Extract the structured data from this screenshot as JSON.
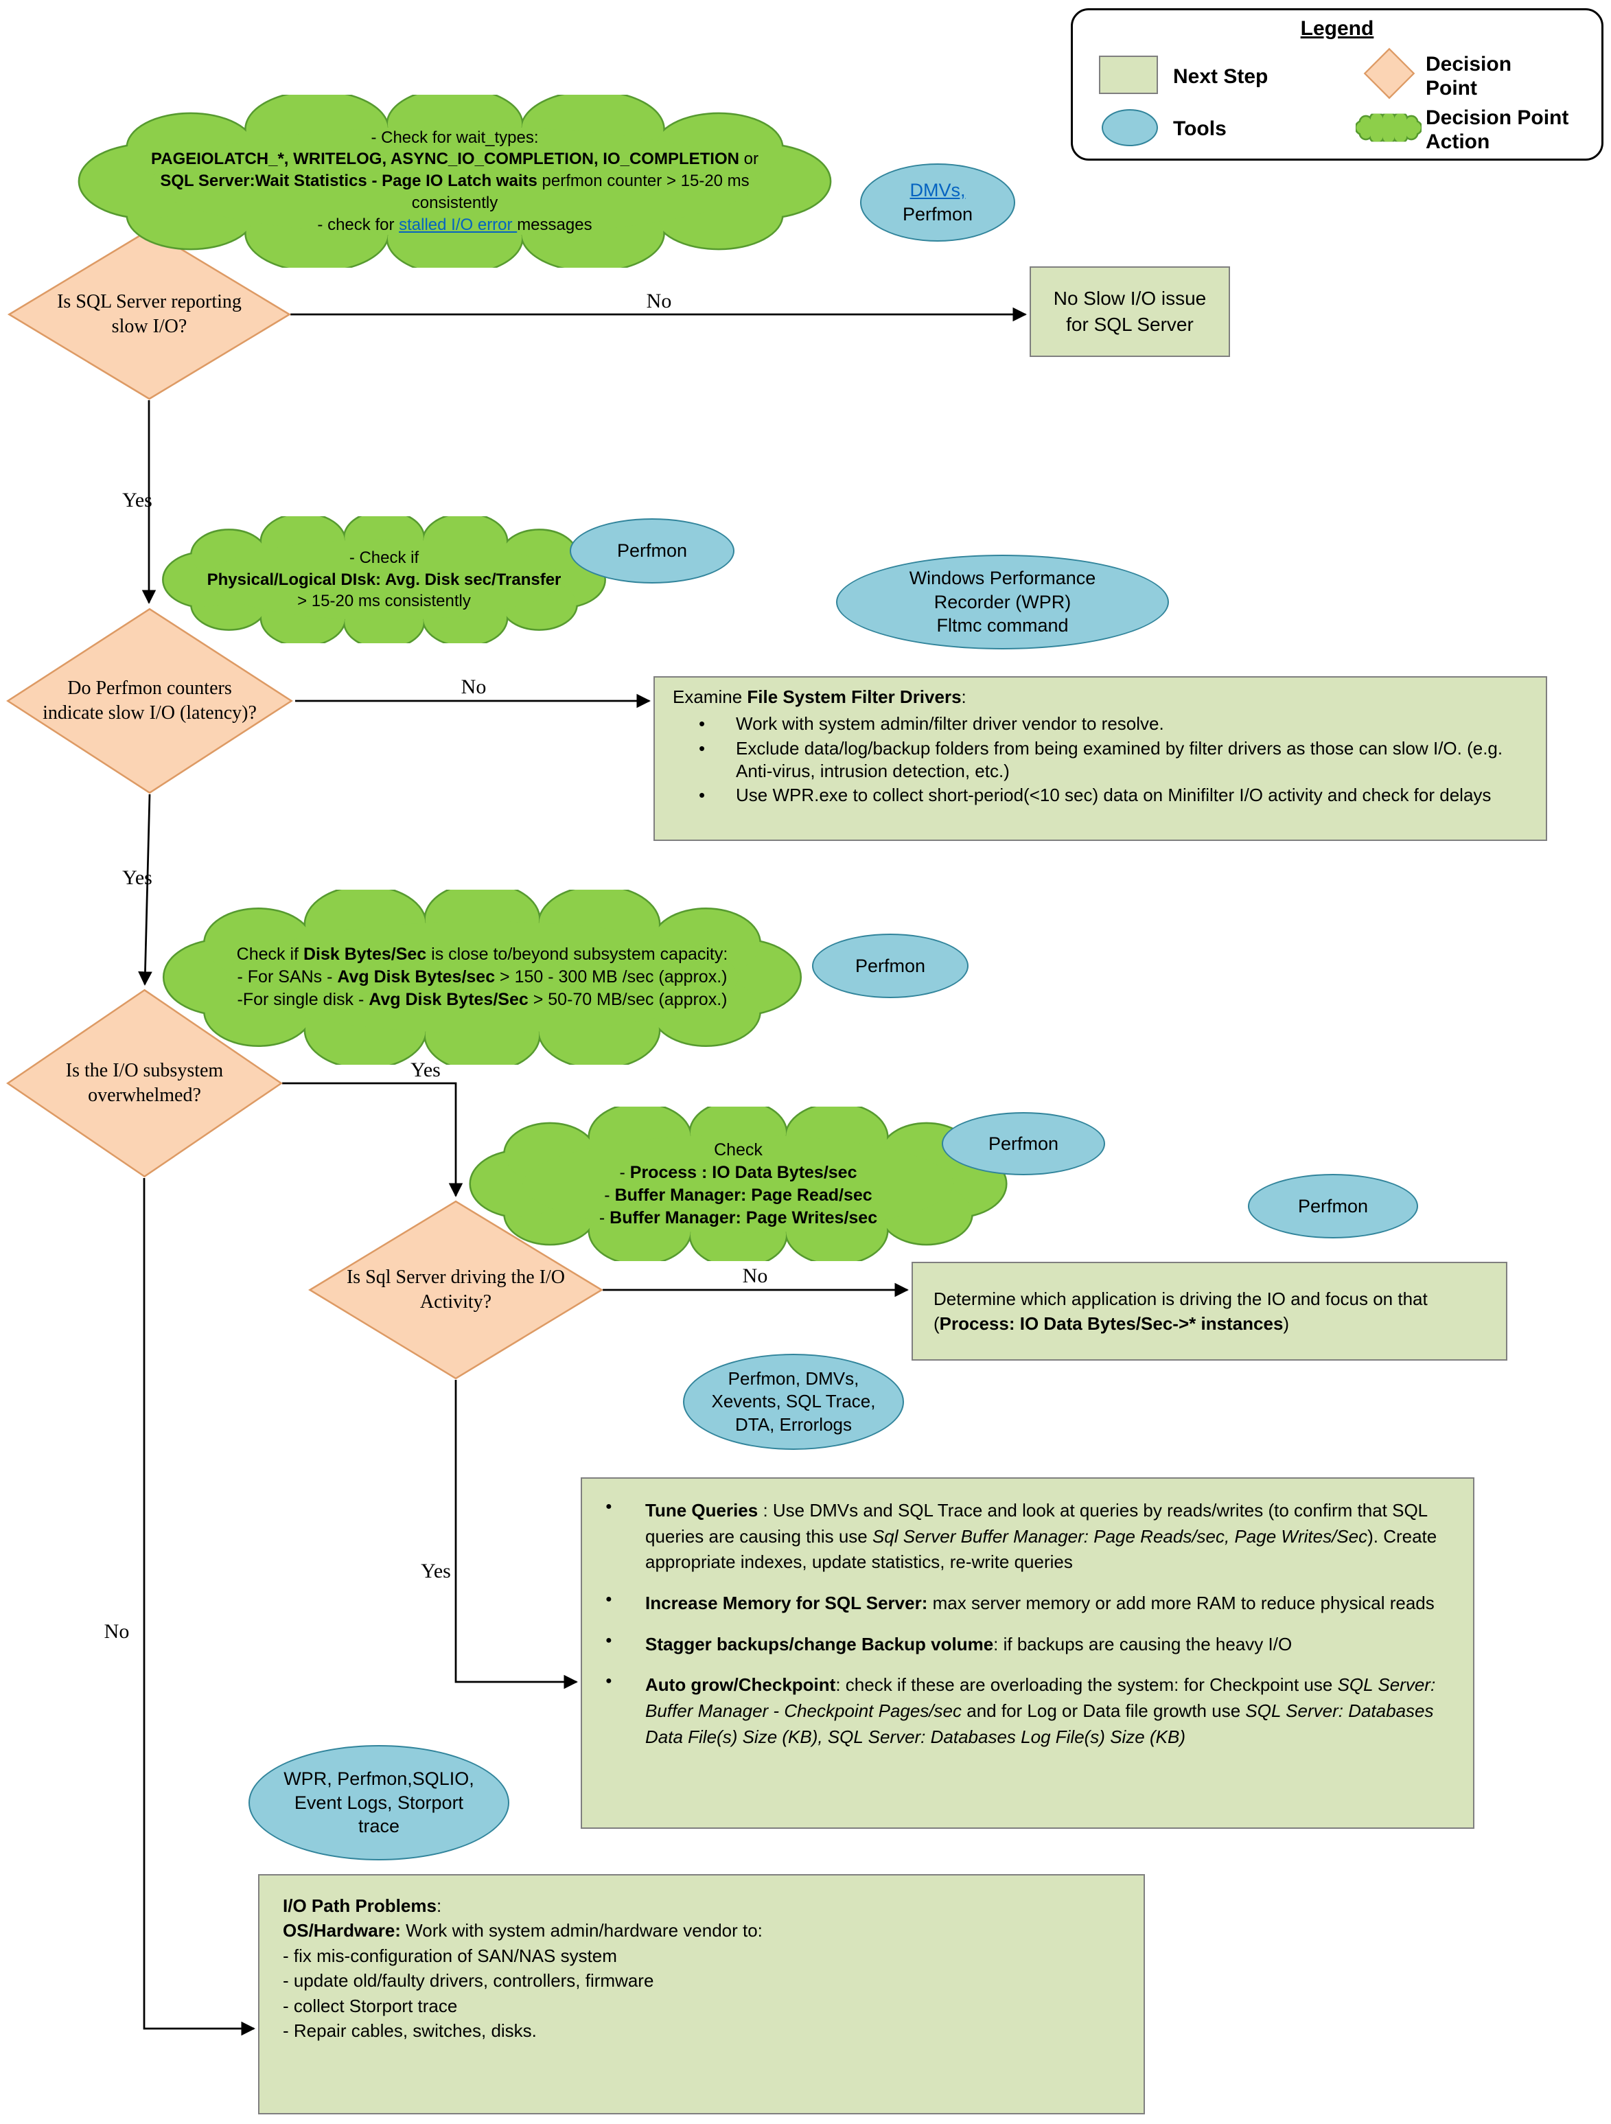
{
  "labels": {
    "no": "No",
    "yes": "Yes"
  },
  "legend": {
    "title": "Legend",
    "next_step": "Next Step",
    "decision_point": "Decision Point",
    "tools": "Tools",
    "decision_point_action": "Decision Point Action"
  },
  "colors": {
    "next_step_fill": "#d8e4bc",
    "decision_fill": "#fbd4b4",
    "tools_fill": "#92cddc",
    "action_fill": "#8dcf4a",
    "link": "#0563c1"
  },
  "diamonds": {
    "d1": "Is SQL Server reporting slow I/O?",
    "d2": "Do Perfmon counters indicate slow I/O (latency)?",
    "d3": "Is the I/O subsystem overwhelmed?",
    "d4": "Is Sql Server driving the I/O Activity?"
  },
  "clouds": {
    "wait_types": {
      "lines": [
        [
          {
            "t": "- Check for wait_types:"
          }
        ],
        [
          {
            "t": "PAGEIOLATCH_*,  WRITELOG, ASYNC_IO_COMPLETION, IO_COMPLETION",
            "b": true
          },
          {
            "t": " or"
          }
        ],
        [
          {
            "t": "SQL Server:Wait Statistics - Page IO Latch waits",
            "b": true
          },
          {
            "t": " perfmon counter > 15-20 ms"
          }
        ],
        [
          {
            "t": "consistently"
          }
        ],
        [
          {
            "t": "- check for "
          },
          {
            "t": "stalled I/O error ",
            "link": true,
            "u": true
          },
          {
            "t": "messages"
          }
        ]
      ]
    },
    "disk_sec_transfer": {
      "lines": [
        [
          {
            "t": "- Check if"
          }
        ],
        [
          {
            "t": "Physical/Logical DIsk: Avg. Disk sec/Transfer",
            "b": true
          }
        ],
        [
          {
            "t": "> 15-20 ms consistently"
          }
        ]
      ]
    },
    "disk_bytes": {
      "lines": [
        [
          {
            "t": "Check if "
          },
          {
            "t": "Disk Bytes/Sec",
            "b": true
          },
          {
            "t": " is close to/beyond subsystem capacity:"
          }
        ],
        [
          {
            "t": "- For SANs - "
          },
          {
            "t": "Avg Disk Bytes/sec",
            "b": true
          },
          {
            "t": " > 150 - 300 MB /sec   (approx.)"
          }
        ],
        [
          {
            "t": "-For single disk - "
          },
          {
            "t": "Avg Disk Bytes/Sec",
            "b": true
          },
          {
            "t": " > 50-70 MB/sec (approx.)"
          }
        ]
      ]
    },
    "check_counters": {
      "lines": [
        [
          {
            "t": "Check"
          }
        ],
        [
          {
            "t": "- "
          },
          {
            "t": "Process : IO Data Bytes/sec",
            "b": true
          }
        ],
        [
          {
            "t": "- "
          },
          {
            "t": "Buffer Manager: Page Read/sec",
            "b": true
          }
        ],
        [
          {
            "t": "- "
          },
          {
            "t": "Buffer Manager: Page Writes/sec",
            "b": true
          }
        ]
      ]
    }
  },
  "tools": {
    "perfmon": "Perfmon",
    "dmvs_perfmon": {
      "lines": [
        [
          {
            "t": "DMVs,",
            "link": true,
            "u": true
          }
        ],
        [
          {
            "t": "Perfmon"
          }
        ]
      ]
    },
    "wpr_fltmc": {
      "lines": [
        [
          {
            "t": "Windows Performance"
          }
        ],
        [
          {
            "t": "Recorder (WPR)"
          }
        ],
        [
          {
            "t": "Fltmc command"
          }
        ]
      ]
    },
    "trace_tools": {
      "lines": [
        [
          {
            "t": "Perfmon, DMVs,"
          }
        ],
        [
          {
            "t": "Xevents, SQL Trace,"
          }
        ],
        [
          {
            "t": "DTA, Errorlogs"
          }
        ]
      ]
    },
    "storport_tools": {
      "lines": [
        [
          {
            "t": "WPR, Perfmon,SQLIO,"
          }
        ],
        [
          {
            "t": "Event Logs, Storport"
          }
        ],
        [
          {
            "t": "trace"
          }
        ]
      ]
    }
  },
  "boxes": {
    "no_slow": "No Slow I/O issue for SQL Server",
    "filter_drivers": {
      "title": [
        {
          "t": "Examine "
        },
        {
          "t": "File System Filter Drivers",
          "b": true
        },
        {
          "t": ":"
        }
      ],
      "bullets": [
        [
          {
            "t": "Work with system admin/filter driver vendor to resolve."
          }
        ],
        [
          {
            "t": "Exclude data/log/backup folders from being examined by filter drivers as those can slow I/O. (e.g. Anti-virus, intrusion detection, etc.)"
          }
        ],
        [
          {
            "t": "Use WPR.exe to collect short-period(<10 sec) data on Minifilter I/O activity and check for delays"
          }
        ]
      ]
    },
    "determine_app": [
      {
        "t": "Determine which application is driving the IO and focus on that ("
      },
      {
        "t": "Process: IO Data Bytes/Sec->* instances",
        "b": true
      },
      {
        "t": ")"
      }
    ],
    "tune": {
      "bullets": [
        [
          {
            "t": "Tune Queries",
            "b": true
          },
          {
            "t": " : Use DMVs and SQL Trace and look at queries by reads/writes (to   confirm that SQL queries are causing this use "
          },
          {
            "t": "Sql Server Buffer Manager: Page Reads/sec, Page Writes/Sec",
            "i": true
          },
          {
            "t": "). Create appropriate indexes, update statistics, re-write queries"
          }
        ],
        [
          {
            "t": "Increase Memory for SQL Server:",
            "b": true
          },
          {
            "t": " max server memory or add more RAM to reduce physical reads"
          }
        ],
        [
          {
            "t": "Stagger backups/change Backup volume",
            "b": true
          },
          {
            "t": ": if backups are causing the heavy I/O"
          }
        ],
        [
          {
            "t": "Auto grow/Checkpoint",
            "b": true
          },
          {
            "t": ": check if these are overloading the system: for Checkpoint use "
          },
          {
            "t": "SQL Server: Buffer Manager - Checkpoint Pages/sec",
            "i": true
          },
          {
            "t": " and for Log or Data file growth use "
          },
          {
            "t": "SQL Server: Databases Data File(s) Size (KB), SQL Server: Databases Log File(s) Size (KB)",
            "i": true
          }
        ]
      ]
    },
    "io_path": {
      "lines": [
        [
          {
            "t": "I/O Path Problems",
            "b": true
          },
          {
            "t": ":"
          }
        ],
        [
          {
            "t": "OS/Hardware:",
            "b": true
          },
          {
            "t": " Work with system admin/hardware vendor to:"
          }
        ],
        [
          {
            "t": "- fix mis-configuration of SAN/NAS system"
          }
        ],
        [
          {
            "t": "- update old/faulty drivers, controllers, firmware"
          }
        ],
        [
          {
            "t": "- collect Storport trace"
          }
        ],
        [
          {
            "t": "- Repair cables, switches, disks."
          }
        ]
      ]
    }
  }
}
